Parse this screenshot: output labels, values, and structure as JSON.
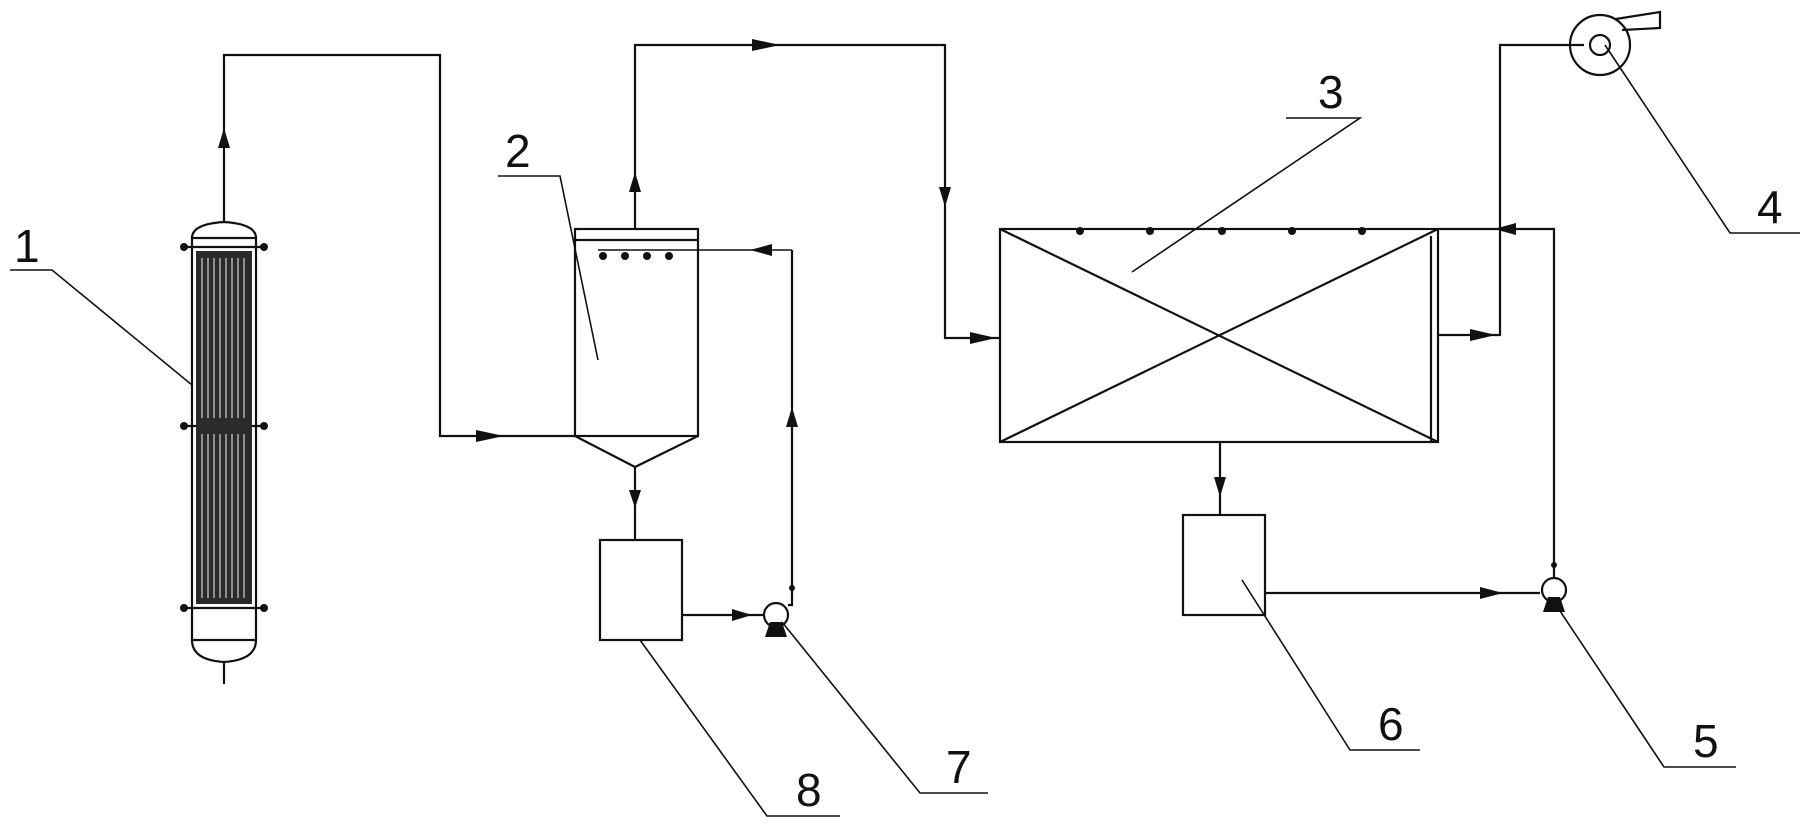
{
  "labels": {
    "shell_tube_exchanger": "1",
    "separator": "2",
    "scrubber": "3",
    "fan": "4",
    "pump_right": "5",
    "tank_right": "6",
    "pump_left": "7",
    "tank_left": "8"
  }
}
